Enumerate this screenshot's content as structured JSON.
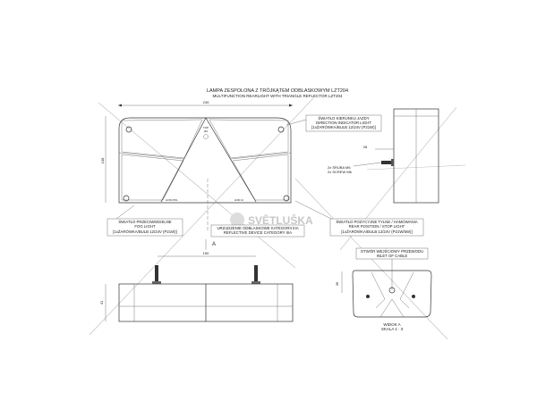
{
  "title": "LAMPA ZESPOLONA Z TRÓJKĄTEM ODBLASKOWYM LZT204",
  "subtitle": "MULTIFUNCTION REARLIGHT WITH TRIANGLE REFLECTOR LZT204",
  "dimensions": {
    "width": "249",
    "height": "108",
    "screw_length": "28",
    "screw_spacing": "150",
    "depth": "41",
    "view_a_height": "46"
  },
  "front_labels": {
    "triangle_top": "TOP",
    "triangle_class": "IIIA",
    "left_mark": "HOR-POL",
    "right_mark": "HOR-1I"
  },
  "callouts": {
    "direction": [
      "ŚWIATŁO KIERUNKU JAZDY",
      "DIRECTION INDICATOR LIGHT",
      "[1xŻARÓWKA/BULB 12/24V (P21W)]"
    ],
    "screw": [
      "2x ŚRUBA M6",
      "2x SCREW M6"
    ],
    "fog": [
      "ŚWIATŁO PRZECIWMGIELNE",
      "FOG LIGHT",
      "[1xŻARÓWKA/BULB 12/24V (P21W)]"
    ],
    "reflector": [
      "URZĄDZENIE ODBLASKOWE KATEGORII IIIA",
      "REFLECTIVE DEVICE CATEGORY IIIA"
    ],
    "position": [
      "ŚWIATŁO POZYCYJNE TYLNE / HAMOWANIA",
      "REAR POSITION / STOP LIGHT",
      "[1xŻARÓWKA/BULB 12/24V (P21W/5W)]"
    ],
    "cable": [
      "OTWÓR WEJŚCIOWY PRZEWODU",
      "INLET OF CABLE"
    ],
    "view": [
      "WIDOK A",
      "SKALA 1 : 3"
    ],
    "view_marker": "A"
  },
  "watermark": "SVĚTLUŠKA"
}
